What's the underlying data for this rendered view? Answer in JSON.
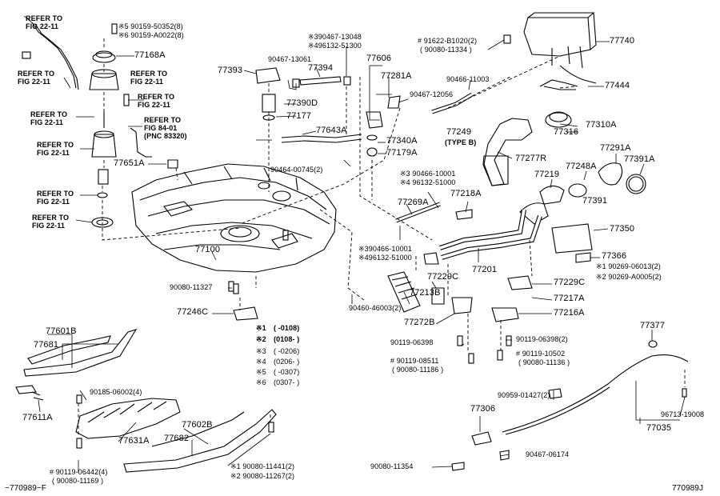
{
  "refs": {
    "r1a": "REFER TO",
    "r1b": "FIG 22-11",
    "r2a": "REFER TO",
    "r2b": "FIG 22-11",
    "r3a": "REFER TO",
    "r3b": "FIG 22-11",
    "r4a": "REFER TO",
    "r4b": "FIG 22-11",
    "r5a": "REFER TO",
    "r5b": "FIG 22-11",
    "r6a": "REFER TO",
    "r6b": "FIG 84-01",
    "r6c": "(PNC 83320)",
    "r7a": "REFER TO",
    "r7b": "FIG 22-11",
    "r8a": "REFER TO",
    "r8b": "FIG 22-11",
    "r9a": "REFER TO",
    "r9b": "FIG 22-11"
  },
  "parts": {
    "p90159a": "※5 90159-50352(8)",
    "p90159b": "※6 90159-A0022(8)",
    "p77168A": "77168A",
    "p390467": "※390467-13048",
    "p496132a": "※496132-51300",
    "p90467_13061": "90467-13061",
    "p77393": "77393",
    "p77394": "77394",
    "p77606": "77606",
    "p77281A": "77281A",
    "p77390D": "77390D",
    "p77177": "77177",
    "p77643A": "77643A",
    "p77651A": "77651A",
    "p90467_12056": "90467-12056",
    "p90466_11003": "90466-11003",
    "p91622a": "# 91622-B1020(2)",
    "p91622b": "( 90080-11334 )",
    "p77740": "77740",
    "p77444": "77444",
    "p77340A": "77340A",
    "p77179A": "77179A",
    "p90464": "90464-00745(2)",
    "p77249": "77249",
    "p77249t": "(TYPE B)",
    "p77316": "77316",
    "p77310A": "77310A",
    "p77277R": "77277R",
    "p77291A": "77291A",
    "p77248A": "77248A",
    "p77391A": "77391A",
    "p77219": "77219",
    "p77391": "77391",
    "p90466_10001a": "※3 90466-10001",
    "p96132a": "※4 96132-51000",
    "p77218A": "77218A",
    "p77269A": "77269A",
    "p77350": "77350",
    "p77100": "77100",
    "p90466_10001b": "※390466-10001",
    "p496132b": "※496132-51000",
    "p77201": "77201",
    "p77366": "77366",
    "p90269a": "※1 90269-06013(2)",
    "p90269b": "※2 90269-A0005(2)",
    "p77229C1": "77229C",
    "p77229C2": "77229C",
    "p90080_11327": "90080-11327",
    "p77213B": "77213B",
    "p77217A": "77217A",
    "p77216A": "77216A",
    "p90460": "90460-46003(2)",
    "p77246C": "77246C",
    "p77272B": "77272B",
    "p90119_06398a": "90119-06398",
    "p90119_06398b": "90119-06398(2)",
    "p90119_08511a": "# 90119-08511",
    "p90119_08511b": "( 90080-11186 )",
    "p90119_10502a": "# 90119-10502",
    "p90119_10502b": "( 90080-11136 )",
    "p77377": "77377",
    "p77601B": "77601B",
    "p77681": "77681",
    "p90185": "90185-06002(4)",
    "p77611A": "77611A",
    "p77631A": "77631A",
    "p77602B": "77602B",
    "p77682": "77682",
    "p90119_06442a": "# 90119-06442(4)",
    "p90119_06442b": "( 90080-11169 )",
    "p90080_11441": "※1 90080-11441(2)",
    "p90080_11267": "※2 90080-11267(2)",
    "p90959": "90959-01427(2)",
    "p77306": "77306",
    "p96713": "96713-19008",
    "p77035": "77035",
    "p90467_06174": "90467-06174",
    "p90080_11354": "90080-11354"
  },
  "legend": {
    "l1k": "※1",
    "l1v": "(      -0108)",
    "l2k": "※2",
    "l2v": "(0108-      )",
    "l3k": "※3",
    "l3v": "(      -0206)",
    "l4k": "※4",
    "l4v": "(0206-      )",
    "l5k": "※5",
    "l5v": "(      -0307)",
    "l6k": "※6",
    "l6v": "(0307-      )"
  },
  "footer": {
    "left": "~770989~F",
    "right": "770989J"
  }
}
